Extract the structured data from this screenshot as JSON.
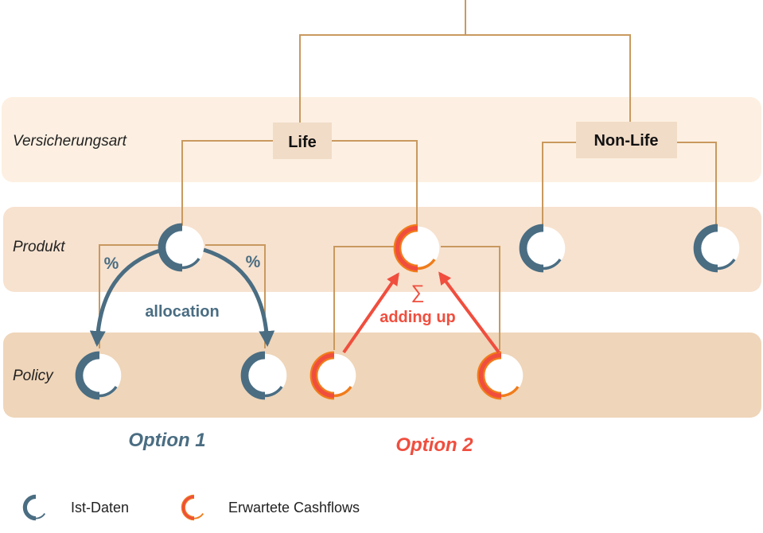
{
  "levels": {
    "versicherungsart": "Versicherungsart",
    "produkt": "Produkt",
    "policy": "Policy"
  },
  "nodes": {
    "life": "Life",
    "nonlife": "Non-Life"
  },
  "annotations": {
    "percent": "%",
    "allocation": "allocation",
    "sigma": "∑",
    "adding_up": "adding up"
  },
  "options": {
    "option1": "Option 1",
    "option2": "Option 2"
  },
  "legend": {
    "ist": "Ist-Daten",
    "erwartet": "Erwartete Cashflows"
  },
  "colors": {
    "band_versicherungsart": "#fdf0e2",
    "band_produkt": "#f7e2cf",
    "band_policy": "#efd5b9",
    "ist_blue": "#4a6d82",
    "cashflow_red": "#f04e3e",
    "cashflow_orange": "#f07c1a",
    "connector": "#c9995f"
  }
}
